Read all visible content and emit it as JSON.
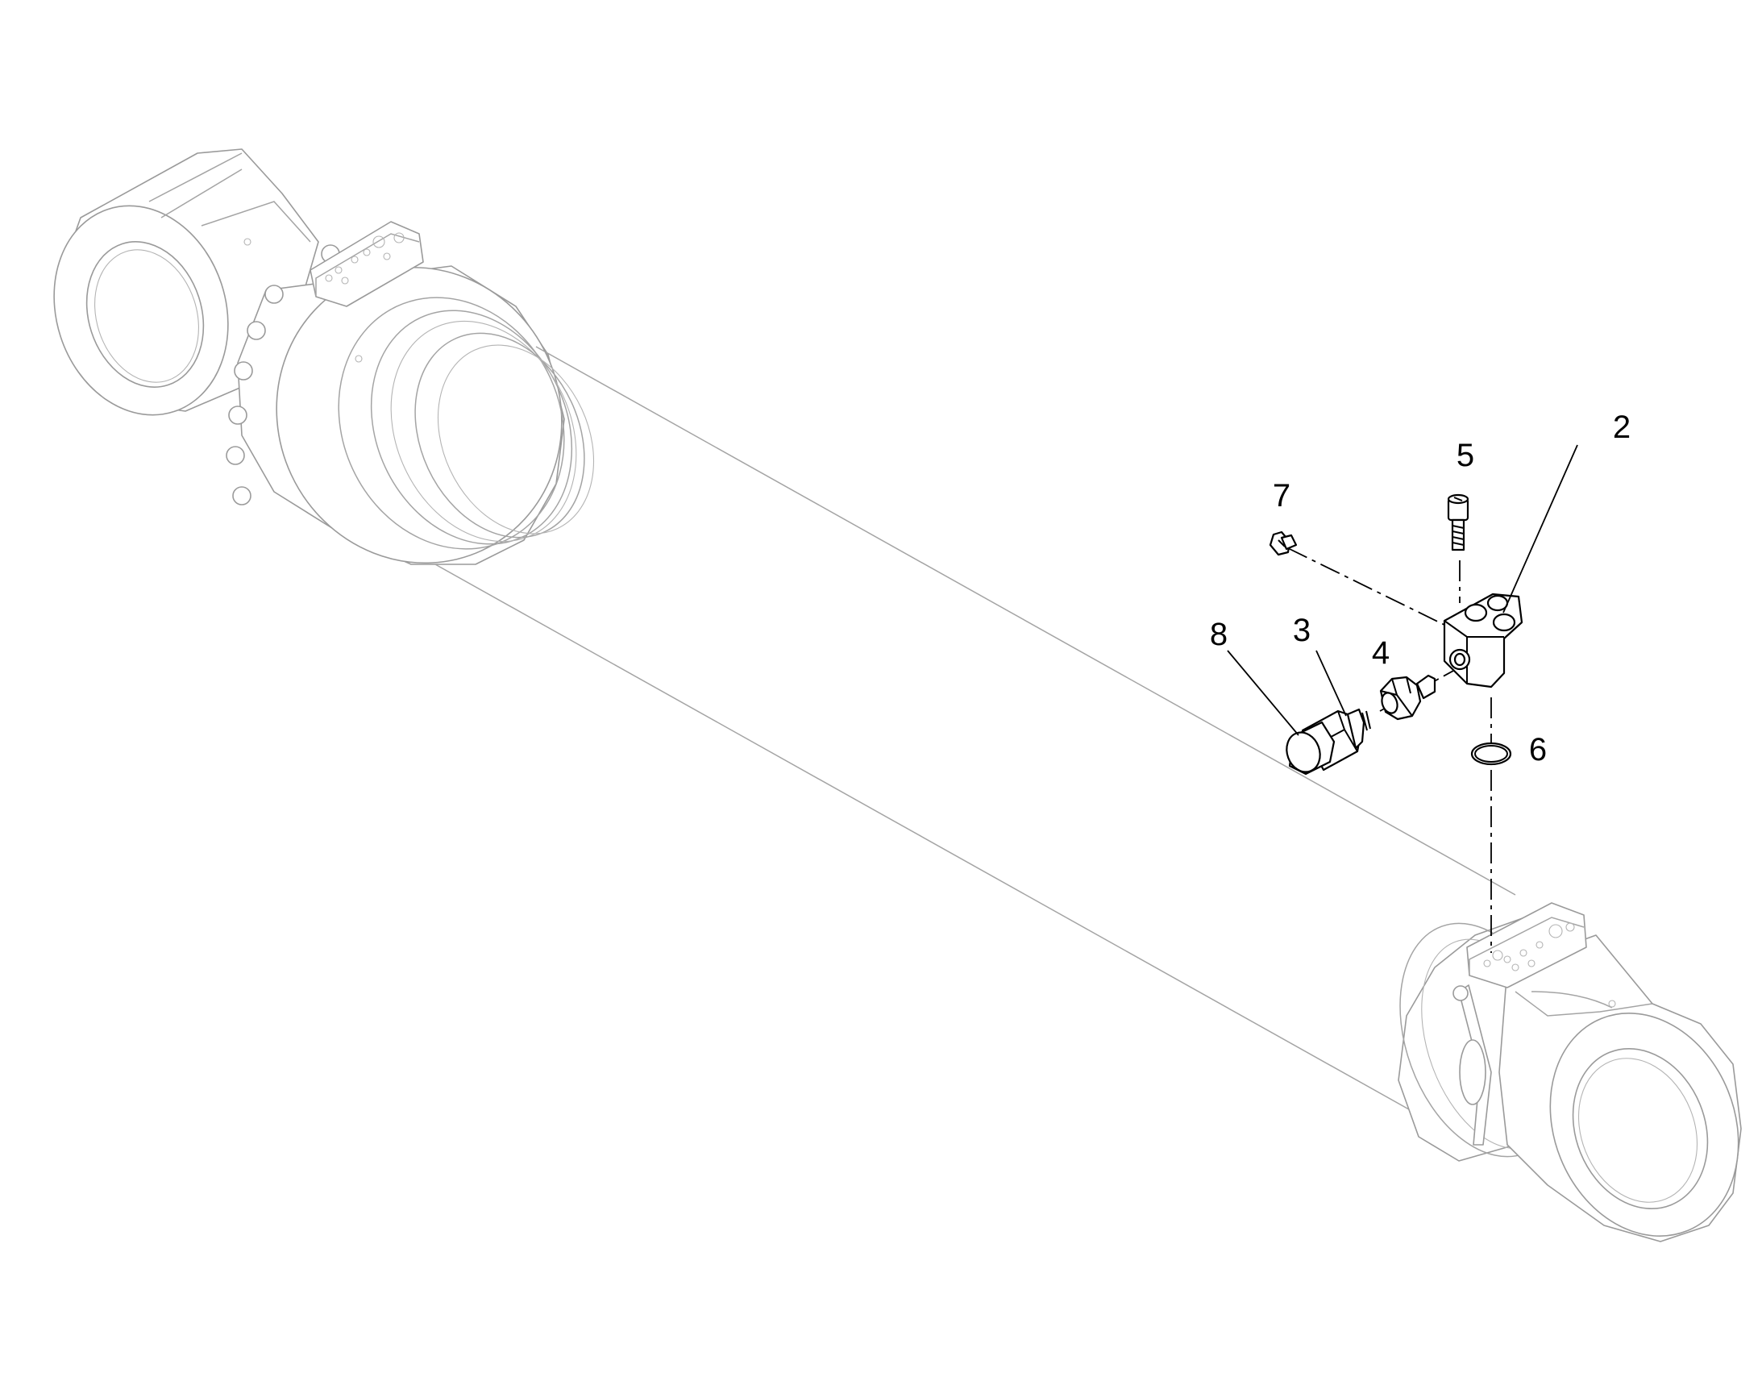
{
  "callouts": [
    {
      "id": "2",
      "label": "2"
    },
    {
      "id": "3",
      "label": "3"
    },
    {
      "id": "4",
      "label": "4"
    },
    {
      "id": "5",
      "label": "5"
    },
    {
      "id": "6",
      "label": "6"
    },
    {
      "id": "7",
      "label": "7"
    },
    {
      "id": "8",
      "label": "8"
    }
  ]
}
